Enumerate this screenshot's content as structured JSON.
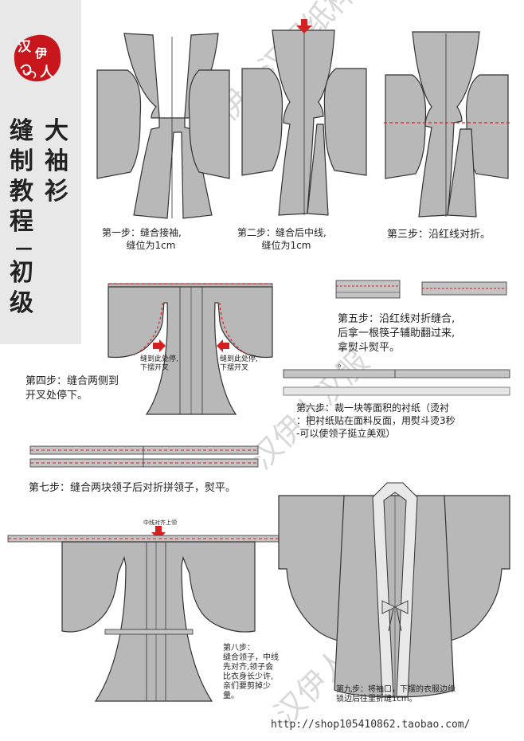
{
  "logo": {
    "text_top": "汉",
    "text_mid": "伊",
    "text_bot": "人",
    "color": "#c8161d"
  },
  "title": {
    "col1": [
      "缝",
      "制",
      "教",
      "程"
    ],
    "col2": [
      "大",
      "袖",
      "衫"
    ],
    "dash": "—",
    "sub": [
      "初",
      "级"
    ]
  },
  "steps": {
    "s1": "第一步：缝合接袖,\n        缝位为1cm",
    "s2": "第二步：缝合后中线,\n        缝位为1cm",
    "s3": "第三步：沿红线对折。",
    "s4": "第四步：缝合两侧到\n开叉处停下。",
    "s4_left_note": "缝到此处停,\n下摆开叉",
    "s4_right_note": "缝到此处停,\n下摆开叉",
    "s5": "第五步：沿红线对折缝合,\n后拿一根筷子辅助翻过来,\n拿熨斗熨平。",
    "s5_dot": "。",
    "s6": "第六步：裁一块等面积的衬纸（烫衬\n：把衬纸贴在面料反面，用熨斗烫3秒\n-可以使领子挺立美观）",
    "s7": "第七步：缝合两块领子后对折拼领子，熨平。",
    "s8_top": "中线对齐上领",
    "s8": "第八步：\n缝合领子，中线\n先对齐,领子会\n比衣身长少许,\n亲们要剪掉少\n量。",
    "s9": "第九步：将袖口，下摆的衣服边缘\n锁边后往里折缝1cm。"
  },
  "watermark": [
    "汉伊人汉服纸样",
    "汉伊人汉服",
    "汉伊人汉服纸样"
  ],
  "url": "http://shop105410862.taobao.com/",
  "colors": {
    "garment": "#b8b8b8",
    "outline": "#333333",
    "red": "#d42020",
    "sidebar": "#e8e8e8"
  }
}
